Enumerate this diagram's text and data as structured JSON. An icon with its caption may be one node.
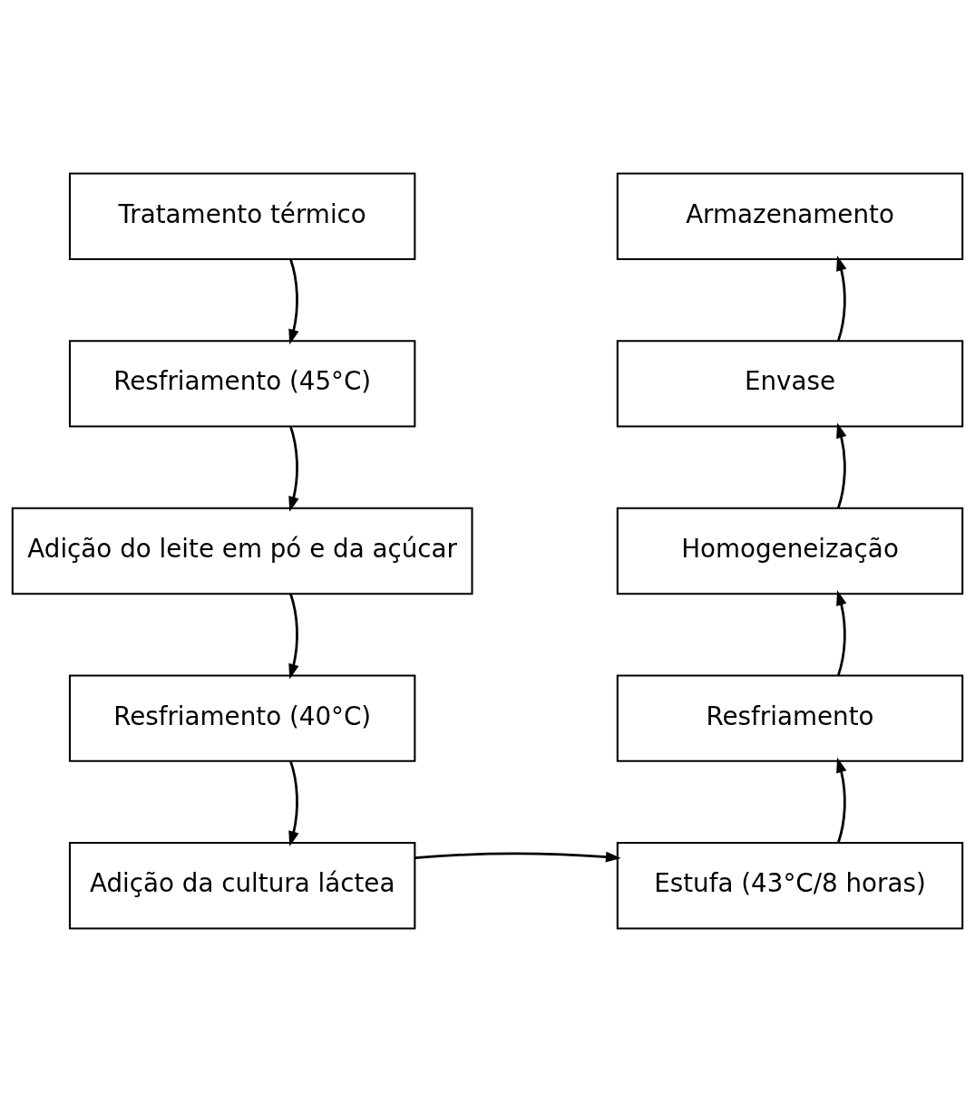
{
  "diagram": {
    "nodes": [
      {
        "text": [
          "Tratamento térmico"
        ]
      },
      {
        "text": [
          "Resfriamento (45°C)"
        ]
      },
      {
        "text": [
          "Adição do leite em pó e da açúcar"
        ]
      },
      {
        "text": [
          "Resfriamento (40°C)"
        ]
      },
      {
        "text": [
          "Adição da cultura láctea"
        ]
      },
      {
        "text": [
          "Estufa (43°C/8 horas)"
        ]
      },
      {
        "text": [
          "Resfriamento"
        ]
      },
      {
        "text": [
          "Homogeneização"
        ]
      },
      {
        "text": [
          "Envase"
        ]
      },
      {
        "text": [
          "Armazenamento"
        ]
      }
    ],
    "edges": [
      {
        "from": 0,
        "to": 1,
        "arrow": "to"
      },
      {
        "from": 1,
        "to": 2,
        "arrow": "to"
      },
      {
        "from": 2,
        "to": 3,
        "arrow": "to"
      },
      {
        "from": 3,
        "to": 4,
        "arrow": "to"
      },
      {
        "from": 4,
        "to": 5,
        "arrow": "to"
      },
      {
        "from": 5,
        "to": 6,
        "arrow": "to"
      },
      {
        "from": 6,
        "to": 7,
        "arrow": "to"
      },
      {
        "from": 7,
        "to": 8,
        "arrow": "to"
      },
      {
        "from": 8,
        "to": 9,
        "arrow": "to"
      }
    ]
  }
}
